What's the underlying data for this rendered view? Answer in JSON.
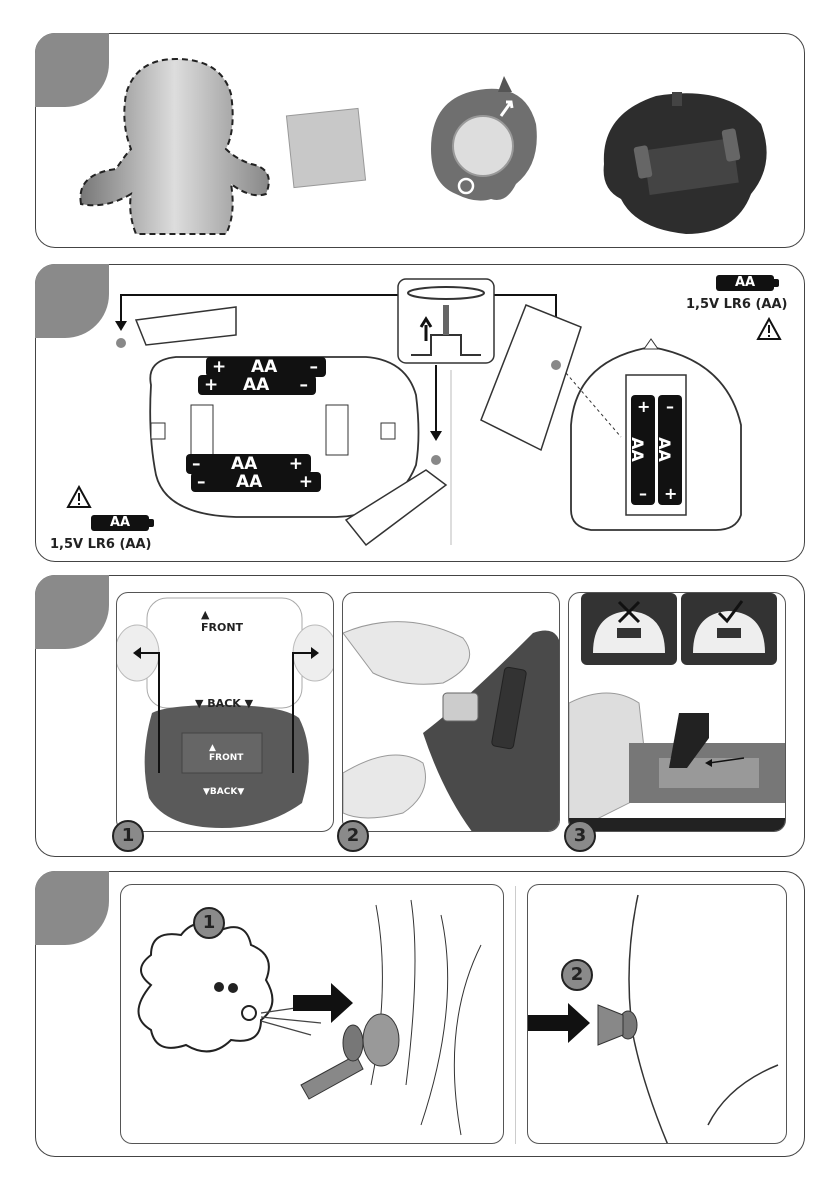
{
  "battery": {
    "type_label": "AA",
    "spec_text": "1,5V LR6 (AA)",
    "cell_label": "AA",
    "plus": "+",
    "minus": "–"
  },
  "step3": {
    "front_label": "FRONT",
    "back_label": "BACK",
    "sub_front": "FRONT",
    "sub_back": "BACK",
    "numbers": [
      "1",
      "2",
      "3"
    ]
  },
  "step4": {
    "numbers": [
      "1",
      "2"
    ]
  },
  "icons": [
    "warning-icon",
    "cross-icon",
    "check-icon",
    "arrow-icon",
    "rotate-icon"
  ],
  "colors": {
    "tab": "#8a8a8a",
    "dark": "#333333"
  }
}
